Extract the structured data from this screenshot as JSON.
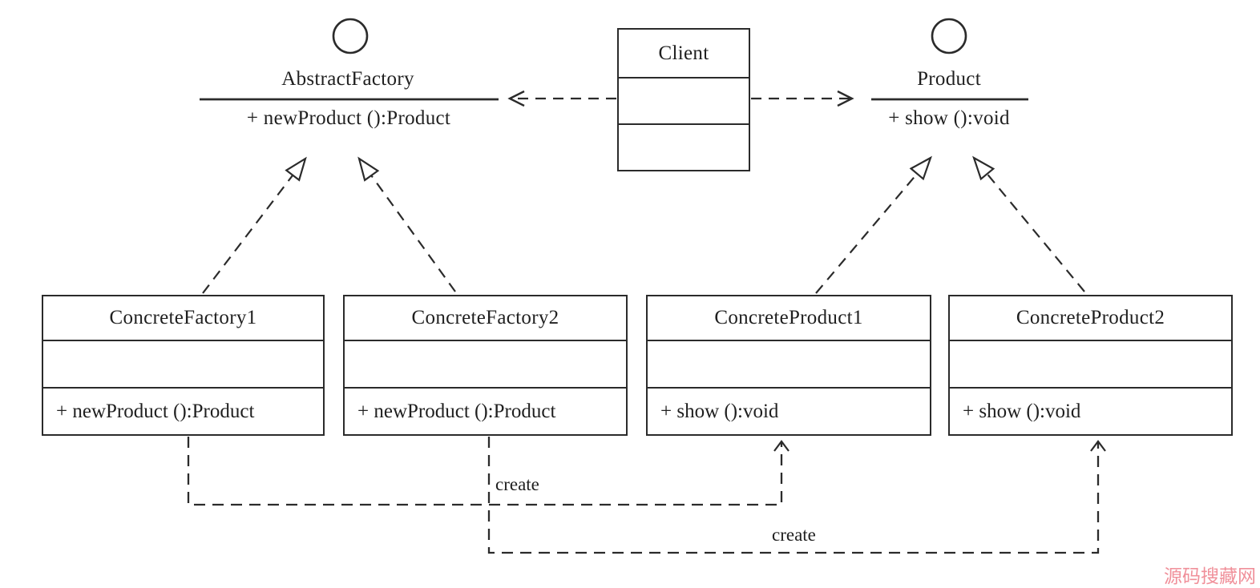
{
  "diagram": {
    "type": "uml-class-diagram",
    "interfaces": [
      {
        "name": "AbstractFactory",
        "operation": "+ newProduct ():Product"
      },
      {
        "name": "Product",
        "operation": "+ show ():void"
      }
    ],
    "client": {
      "name": "Client"
    },
    "classes": [
      {
        "name": "ConcreteFactory1",
        "operation": "+ newProduct ():Product"
      },
      {
        "name": "ConcreteFactory2",
        "operation": "+ newProduct ():Product"
      },
      {
        "name": "ConcreteProduct1",
        "operation": "+ show ():void"
      },
      {
        "name": "ConcreteProduct2",
        "operation": "+ show ():void"
      }
    ],
    "dependency_labels": [
      "create",
      "create"
    ],
    "relationships": [
      {
        "from": "Client",
        "to": "AbstractFactory",
        "type": "dependency-dashed-arrow"
      },
      {
        "from": "Client",
        "to": "Product",
        "type": "dependency-dashed-arrow"
      },
      {
        "from": "ConcreteFactory1",
        "to": "AbstractFactory",
        "type": "realization-dashed-hollow-triangle"
      },
      {
        "from": "ConcreteFactory2",
        "to": "AbstractFactory",
        "type": "realization-dashed-hollow-triangle"
      },
      {
        "from": "ConcreteProduct1",
        "to": "Product",
        "type": "realization-dashed-hollow-triangle"
      },
      {
        "from": "ConcreteProduct2",
        "to": "Product",
        "type": "realization-dashed-hollow-triangle"
      },
      {
        "from": "ConcreteFactory1",
        "to": "ConcreteProduct1",
        "type": "dependency-dashed-arrow",
        "label": "create"
      },
      {
        "from": "ConcreteFactory2",
        "to": "ConcreteProduct2",
        "type": "dependency-dashed-arrow",
        "label": "create"
      }
    ],
    "watermark": {
      "text": "源码搜藏网",
      "color": "#f0909a"
    }
  },
  "colors": {
    "line": "#2b2b2b",
    "background": "#ffffff",
    "text": "#1f1f1f"
  }
}
